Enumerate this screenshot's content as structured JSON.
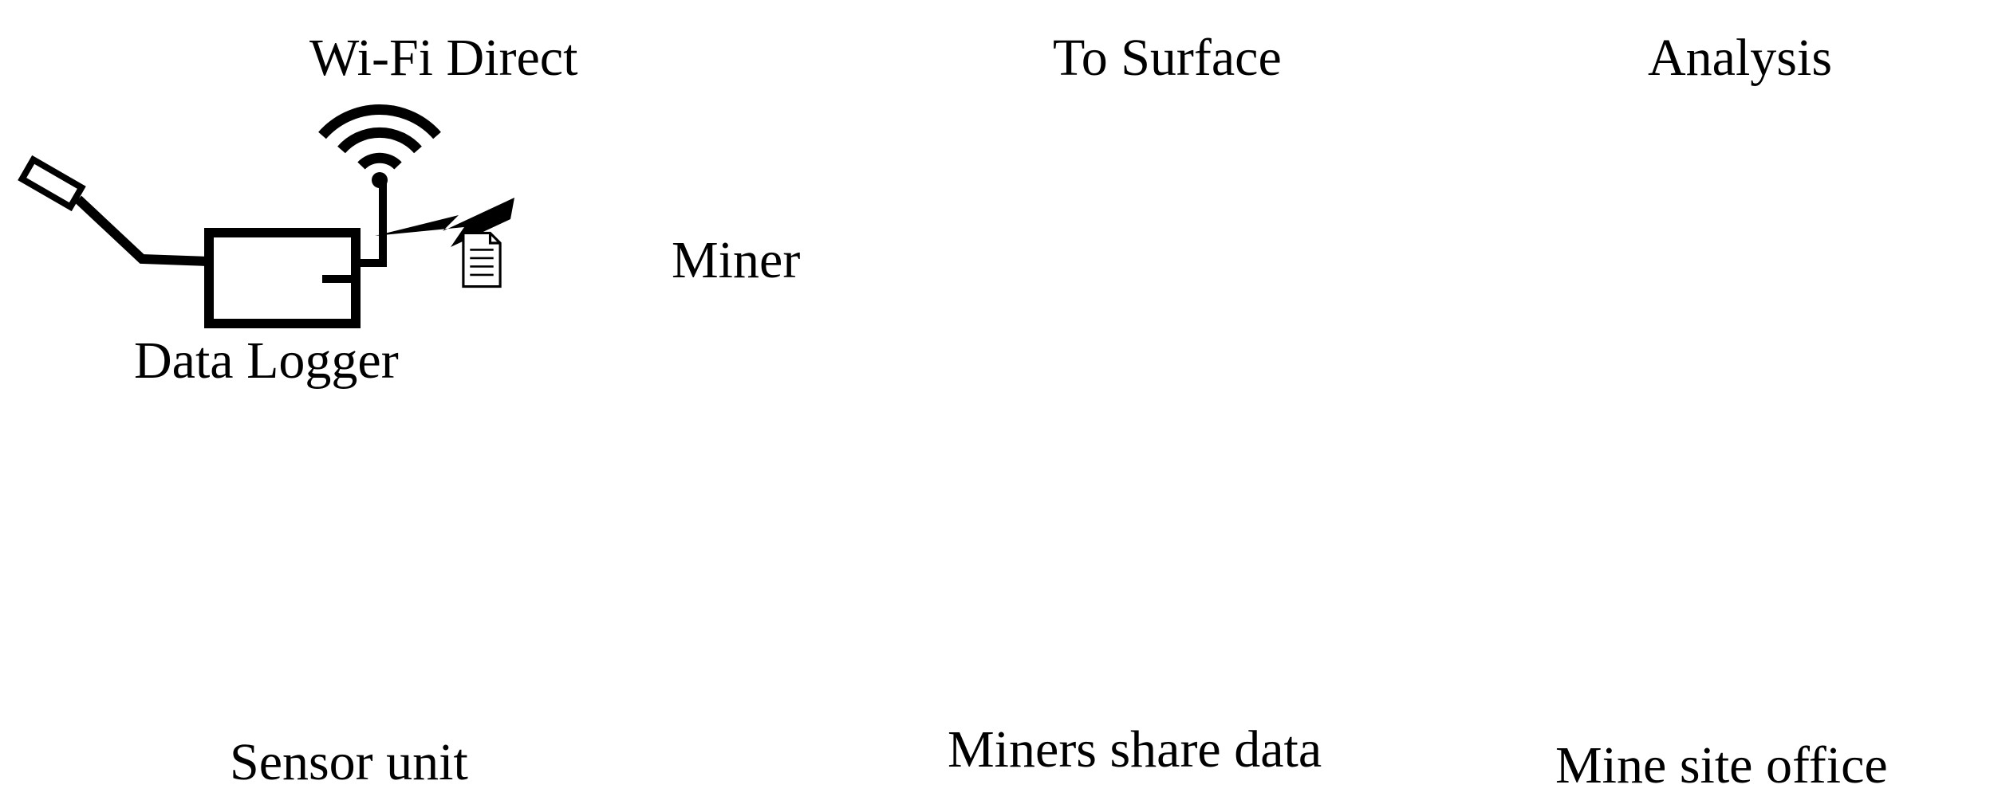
{
  "labels": {
    "wifi_direct": "Wi-Fi Direct",
    "miner": "Miner",
    "to_surface": "To Surface",
    "analysis": "Analysis",
    "data_logger": "Data Logger",
    "sensor_unit": "Sensor unit",
    "miners_share_data": "Miners share data",
    "mine_site_office": "Mine site office"
  },
  "icons": {
    "miner": "miner-helmet-icon",
    "smartphone": "smartphone-document-icon",
    "document": "document-icon",
    "wireless": "lightning-transfer-icon",
    "server": "server-tower-icon",
    "building": "office-building-icon",
    "cloud": "cloud-icon",
    "chart": "chart-icon",
    "wifi": "wifi-icon"
  },
  "colors": {
    "ink": "#000000",
    "building_gray": "#8a8a8a",
    "paper": "#ffffff"
  }
}
